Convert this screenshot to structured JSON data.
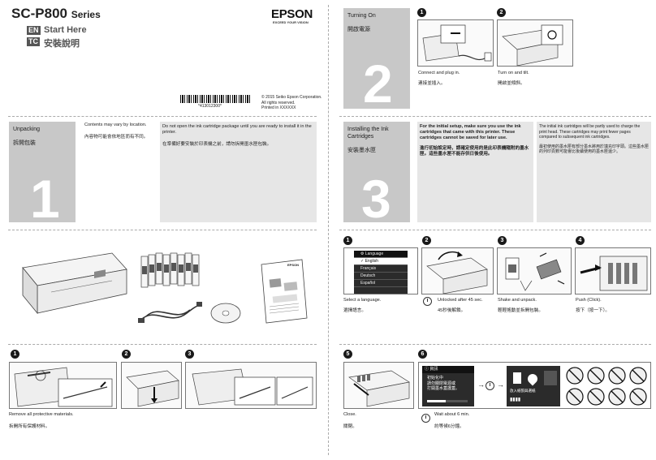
{
  "header": {
    "model": "SC-P800",
    "series": "Series",
    "brand": "EPSON",
    "tagline": "EXCEED YOUR VISION",
    "lang_en": "EN",
    "lang_tc": "TC",
    "title_en": "Start Here",
    "title_tc": "安裝說明",
    "barcode_text": "*413012300*",
    "copyright": [
      "© 2015 Seiko Epson Corporation.",
      "All rights reserved.",
      "Printed in XXXXXX"
    ]
  },
  "sections": {
    "unpacking": {
      "number": "1",
      "title_en": "Unpacking",
      "title_tc": "拆開包裝",
      "note_en": "Contents may vary by location.",
      "note_tc": "內容物可能會依地區而有不同。",
      "warn_en": "Do not open the ink cartridge package until you are ready to install it in the printer.",
      "warn_tc": "在準備好要安裝於印表機之前，請勿拆開墨水匣包裝。"
    },
    "turning_on": {
      "number": "2",
      "title_en": "Turning On",
      "title_tc": "開啟電源",
      "step1_en": "Connect and plug in.",
      "step1_tc": "連接並插入。",
      "step2_en": "Turn on and tilt.",
      "step2_tc": "開啟並傾斜。"
    },
    "installing": {
      "number": "3",
      "title_en": "Installing the Ink Cartridges",
      "title_tc": "安裝墨水匣",
      "note1_en": "For the initial setup, make sure you use the ink cartridges that came with this printer. These cartridges cannot be saved for later use.",
      "note1_tc": "進行初始設定時，請確定使用的是此印表機隨附的墨水匣。這些墨水匣不能存供日後使用。",
      "note2_en": "The initial ink cartridges will be partly used to charge the print head. These cartridges may print fewer pages compared to subsequent ink cartridges.",
      "note2_tc": "最初使用的墨水匣有部分墨水將用於填充印字頭。這些墨水匣的列印頁數可能會比後續使用的墨水匣還少。"
    }
  },
  "steps": {
    "remove": {
      "num": "1",
      "en": "Remove all protective materials.",
      "tc": "拆開所有保護材料。"
    },
    "remove2": {
      "num": "2"
    },
    "remove3": {
      "num": "3"
    },
    "s1": {
      "num": "1",
      "en": "Select a language.",
      "tc": "選擇語言。"
    },
    "s2": {
      "num": "2",
      "en": "Unlocked after 45 sec.",
      "tc": "45秒後解鎖。"
    },
    "s3": {
      "num": "3",
      "en": "Shake and unpack.",
      "tc": "輕輕搖動並拆開包裝。"
    },
    "s4": {
      "num": "4",
      "en": "Push (Click).",
      "tc": "按下（按一下）。"
    },
    "s5": {
      "num": "5",
      "en": "Close.",
      "tc": "關閉。"
    },
    "s6": {
      "num": "6",
      "en": "Wait about 6 min.",
      "tc": "約等候6分鐘。"
    }
  },
  "language_menu": {
    "header": "Language",
    "items": [
      "English",
      "Français",
      "Deutsch",
      "Español"
    ]
  },
  "lcd": {
    "title": "資訊",
    "msg": [
      "初始化中",
      "請勿關閉電源或",
      "打開墨水蓋護蓋。"
    ],
    "done_label": "放入紙張與選紙"
  },
  "colors": {
    "section_grey": "#c8c8c8",
    "panel_grey": "#e6e6e6",
    "number_white": "#ffffff"
  }
}
